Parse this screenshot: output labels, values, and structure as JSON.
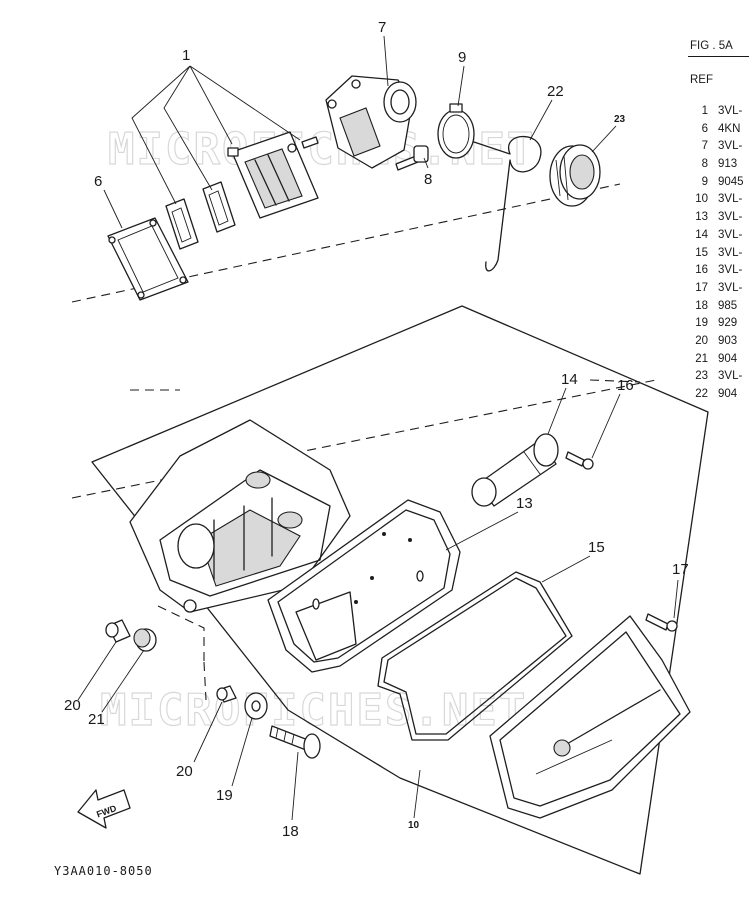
{
  "figure": {
    "label": "FIG . 5A",
    "ref_header": "REF",
    "drawing_code": "Y3AA010-8050",
    "watermark": "MICROFICHES.NET",
    "fwd_label": "FWD"
  },
  "parts_table": [
    {
      "ref": "1",
      "part": "3VL-"
    },
    {
      "ref": "6",
      "part": "4KN"
    },
    {
      "ref": "7",
      "part": "3VL-"
    },
    {
      "ref": "8",
      "part": "913"
    },
    {
      "ref": "9",
      "part": "9045"
    },
    {
      "ref": "10",
      "part": "3VL-"
    },
    {
      "ref": "13",
      "part": "3VL-"
    },
    {
      "ref": "14",
      "part": "3VL-"
    },
    {
      "ref": "15",
      "part": "3VL-"
    },
    {
      "ref": "16",
      "part": "3VL-"
    },
    {
      "ref": "17",
      "part": "3VL-"
    },
    {
      "ref": "18",
      "part": "985"
    },
    {
      "ref": "19",
      "part": "929"
    },
    {
      "ref": "20",
      "part": "903"
    },
    {
      "ref": "21",
      "part": "904"
    },
    {
      "ref": "23",
      "part": "3VL-"
    },
    {
      "ref": "22",
      "part": "904"
    }
  ],
  "callouts": {
    "c1": "1",
    "c6": "6",
    "c7": "7",
    "c8": "8",
    "c9": "9",
    "c22": "22",
    "c23": "23",
    "c14": "14",
    "c16": "16",
    "c13": "13",
    "c15": "15",
    "c17": "17",
    "c20a": "20",
    "c21": "21",
    "c20b": "20",
    "c19": "19",
    "c18": "18",
    "c10": "10"
  }
}
